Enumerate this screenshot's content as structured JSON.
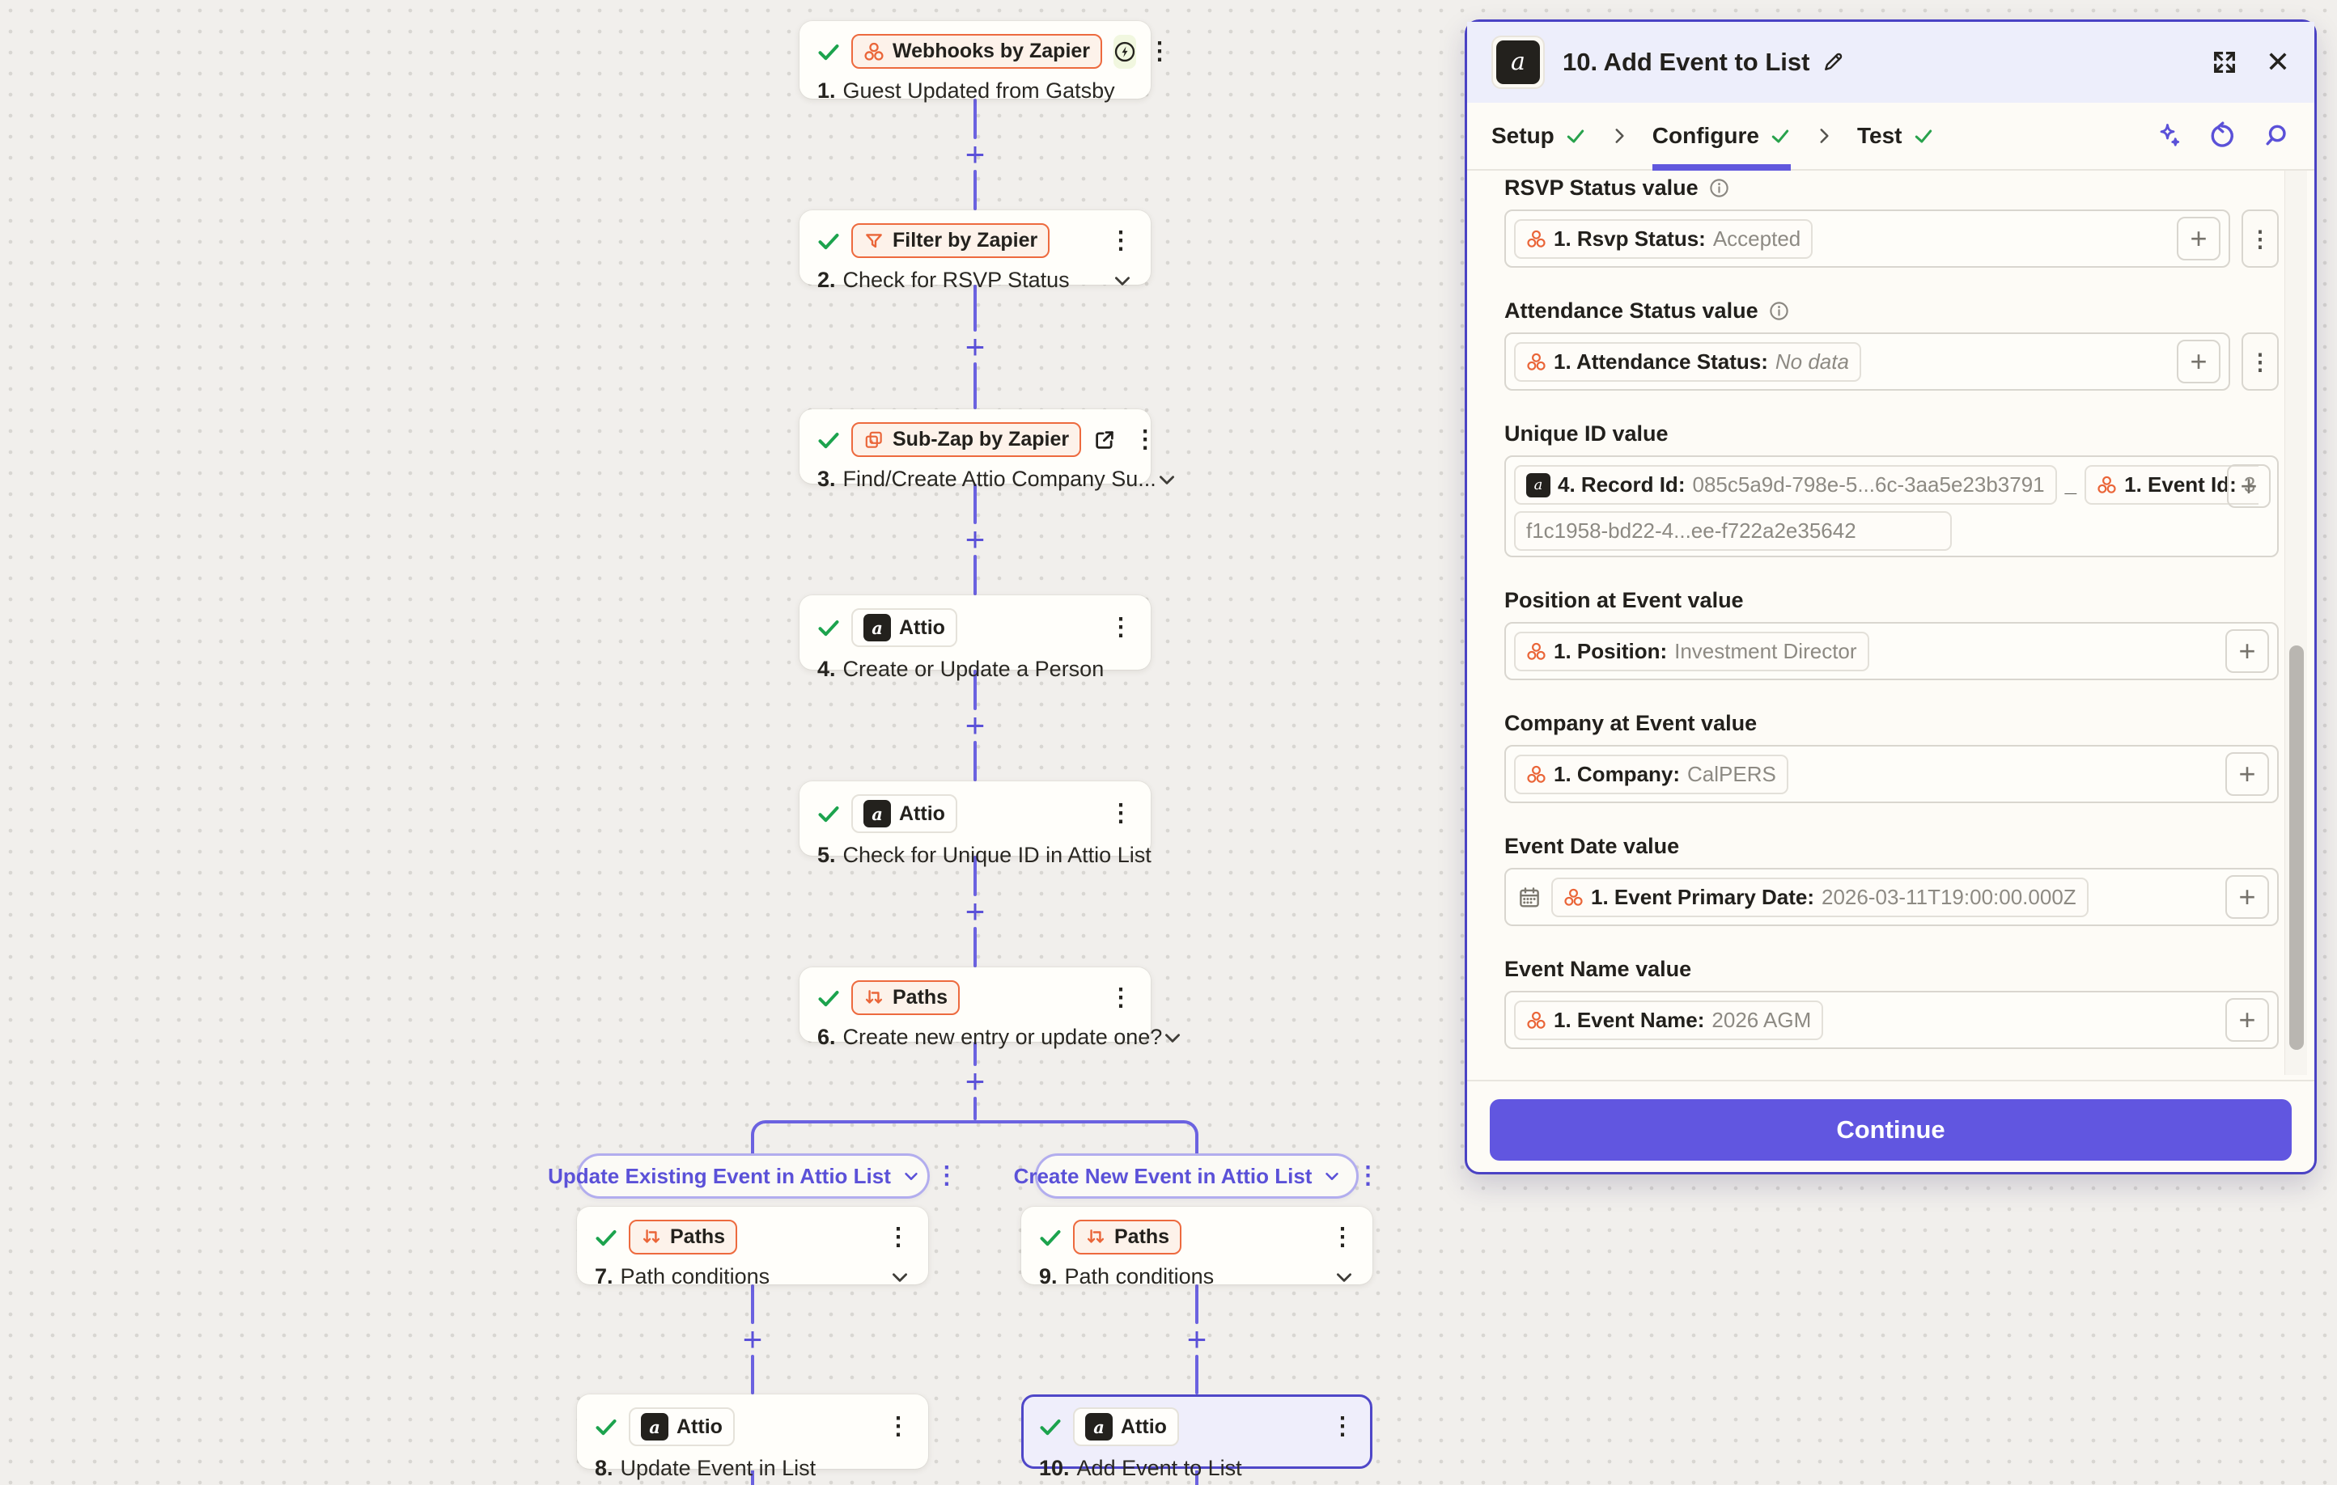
{
  "glyphs": {
    "kebab": "⋮",
    "close": "✕",
    "plus": "+",
    "attio_glyph": "a",
    "underscore": "_"
  },
  "flow": {
    "nodes": [
      {
        "icon": "webhook-icon",
        "badge": "Webhooks by Zapier",
        "num": "1.",
        "title": "Guest Updated from Gatsby"
      },
      {
        "icon": "filter-icon",
        "badge": "Filter by Zapier",
        "num": "2.",
        "title": "Check for RSVP Status"
      },
      {
        "icon": "subzap-icon",
        "badge": "Sub-Zap by Zapier",
        "num": "3.",
        "title": "Find/Create Attio Company Su..."
      },
      {
        "icon": "attio-icon",
        "badge": "Attio",
        "num": "4.",
        "title": "Create or Update a Person"
      },
      {
        "icon": "attio-icon",
        "badge": "Attio",
        "num": "5.",
        "title": "Check for Unique ID in Attio List"
      },
      {
        "icon": "paths-icon",
        "badge": "Paths",
        "num": "6.",
        "title": "Create new entry or update one?"
      },
      {
        "icon": "paths-icon",
        "badge": "Paths",
        "num": "7.",
        "title": "Path conditions"
      },
      {
        "icon": "attio-icon",
        "badge": "Attio",
        "num": "8.",
        "title": "Update Event in List"
      },
      {
        "icon": "paths-icon",
        "badge": "Paths",
        "num": "9.",
        "title": "Path conditions"
      },
      {
        "icon": "attio-icon",
        "badge": "Attio",
        "num": "10.",
        "title": "Add Event to List"
      }
    ],
    "branches": [
      {
        "label": "Update Existing Event in Attio List"
      },
      {
        "label": "Create New Event in Attio List"
      }
    ]
  },
  "panel": {
    "title": "10. Add Event to List",
    "tabs": [
      {
        "label": "Setup"
      },
      {
        "label": "Configure"
      },
      {
        "label": "Test"
      }
    ],
    "fields": [
      {
        "label": "RSVP Status value",
        "tokens": [
          {
            "label": "1. Rsvp Status:",
            "value": "Accepted"
          }
        ]
      },
      {
        "label": "Attendance Status value",
        "tokens": [
          {
            "label": "1. Attendance Status:",
            "value": "No data"
          }
        ]
      },
      {
        "label": "Unique ID value",
        "tokens": [
          {
            "label": "4. Record Id:",
            "value": "085c5a9d-798e-5...6c-3aa5e23b3791"
          },
          {
            "label": "1. Event Id:",
            "value": "3"
          },
          {
            "continuation": "f1c1958-bd22-4...ee-f722a2e35642"
          }
        ]
      },
      {
        "label": "Position at Event value",
        "tokens": [
          {
            "label": "1. Position:",
            "value": "Investment Director"
          }
        ]
      },
      {
        "label": "Company at Event value",
        "tokens": [
          {
            "label": "1. Company:",
            "value": "CalPERS"
          }
        ]
      },
      {
        "label": "Event Date value",
        "tokens": [
          {
            "label": "1. Event Primary Date:",
            "value": "2026-03-11T19:00:00.000Z"
          }
        ]
      },
      {
        "label": "Event Name value",
        "tokens": [
          {
            "label": "1. Event Name:",
            "value": "2026 AGM"
          }
        ]
      }
    ],
    "continue_label": "Continue"
  },
  "colors": {
    "accent_purple": "#6158dd",
    "connector": "#6b62e0",
    "orange": "#ea6538",
    "green_check": "#1ca34d",
    "panel_border": "#4a42c4"
  }
}
